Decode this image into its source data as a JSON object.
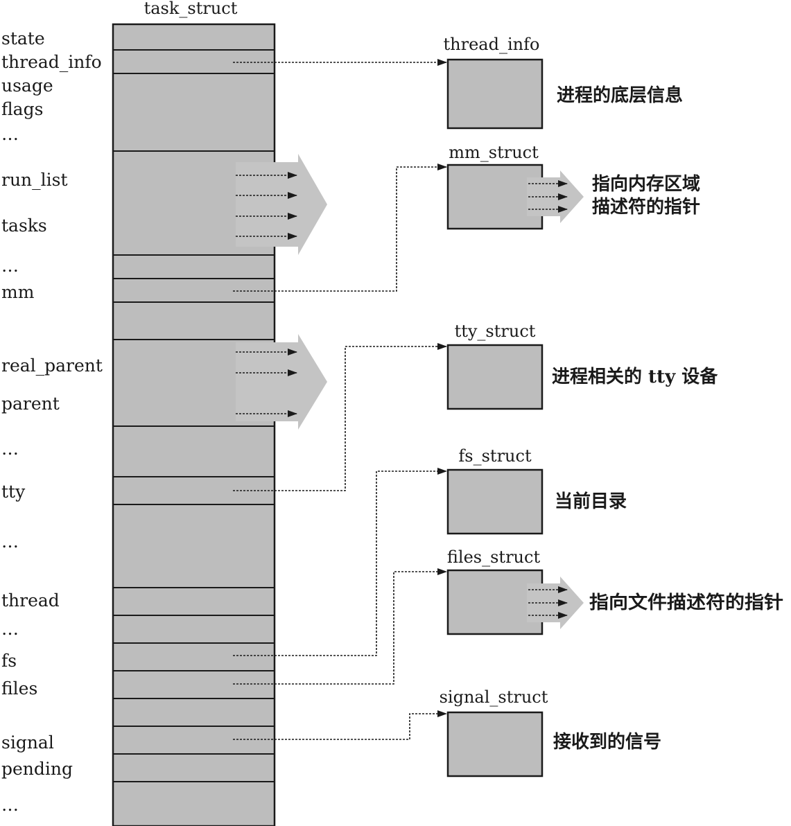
{
  "task_struct": {
    "title": "task_struct",
    "fields": [
      "state",
      "thread_info",
      "usage",
      "flags",
      "…",
      "run_list",
      "tasks",
      "…",
      "mm",
      "real_parent",
      "parent",
      "…",
      "tty",
      "…",
      "thread",
      "…",
      "fs",
      "files",
      "signal",
      "pending",
      "…"
    ]
  },
  "targets": [
    {
      "title": "thread_info",
      "desc": [
        "进程的底层信息"
      ]
    },
    {
      "title": "mm_struct",
      "desc": [
        "指向内存区域",
        "描述符的指针"
      ]
    },
    {
      "title": "tty_struct",
      "desc": [
        "进程相关的 tty 设备"
      ]
    },
    {
      "title": "fs_struct",
      "desc": [
        "当前目录"
      ]
    },
    {
      "title": "files_struct",
      "desc": [
        "指向文件描述符的指针"
      ]
    },
    {
      "title": "signal_struct",
      "desc": [
        "接收到的信号"
      ]
    }
  ],
  "colors": {
    "box_fill": "#bdbdbd",
    "arrow_fill": "#c4c4c4",
    "stroke": "#1a1a1a"
  }
}
